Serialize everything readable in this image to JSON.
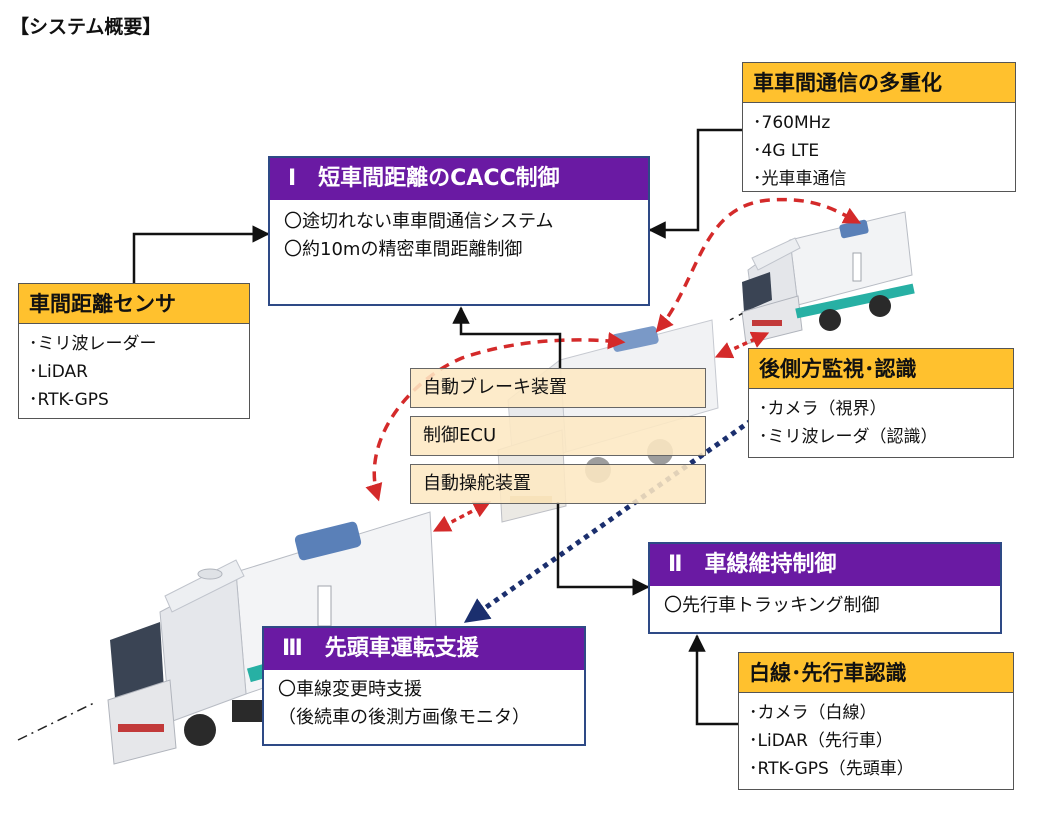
{
  "title": "【システム概要】",
  "cacc": {
    "header": "Ⅰ　短車間距離のCACC制御",
    "items": [
      "〇途切れない車車間通信システム",
      "〇約10mの精密車間距離制御"
    ]
  },
  "comm": {
    "header": "車車間通信の多重化",
    "items": [
      "･760MHz",
      "･4G LTE",
      "･光車車通信"
    ]
  },
  "sensor": {
    "header": "車間距離センサ",
    "items": [
      "･ミリ波レーダー",
      "･LiDAR",
      "･RTK-GPS"
    ]
  },
  "rear": {
    "header": "後側方監視･認識",
    "items": [
      "･カメラ（視界）",
      "･ミリ波レーダ（認識）"
    ]
  },
  "devices": [
    "自動ブレーキ装置",
    "制御ECU",
    "自動操舵装置"
  ],
  "lane": {
    "header": "Ⅱ　車線維持制御",
    "items": [
      "〇先行車トラッキング制御"
    ]
  },
  "white": {
    "header": "白線･先行車認識",
    "items": [
      "･カメラ（白線）",
      "･LiDAR（先行車）",
      "･RTK-GPS（先頭車）"
    ]
  },
  "lead": {
    "header": "Ⅲ　先頭車運転支援",
    "items": [
      "〇車線変更時支援",
      "（後続車の後測方画像モニタ）"
    ]
  },
  "colors": {
    "purple_header": "#6a1aa3",
    "orange_header": "#ffc12e",
    "red_dashed": "#d42a2a",
    "navy_dotted": "#1b2f6e"
  },
  "icons": [
    "truck-rear",
    "truck-middle",
    "truck-lead"
  ]
}
